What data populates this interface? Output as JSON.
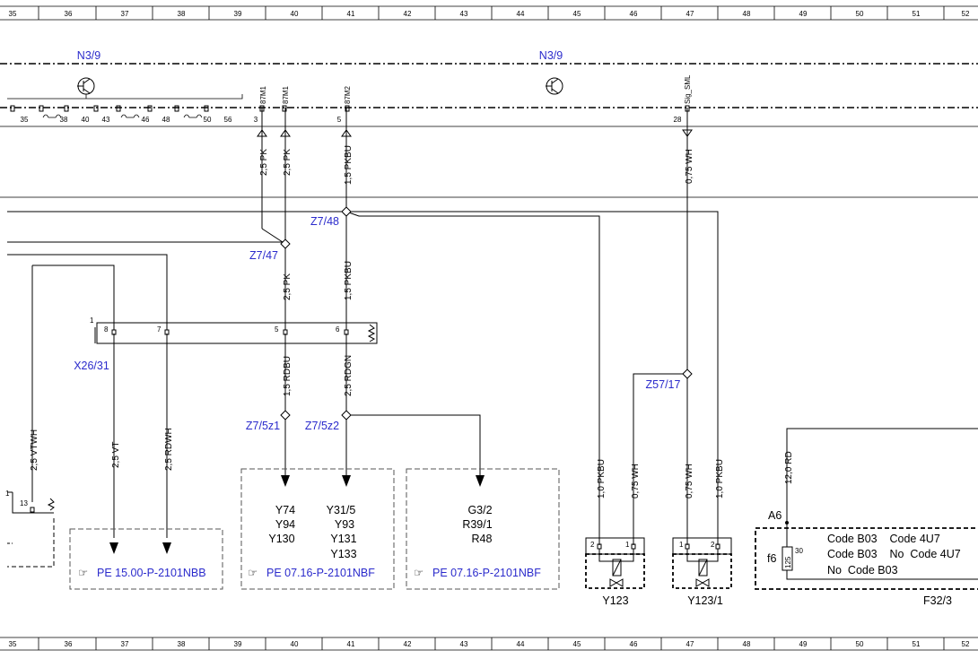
{
  "ruler": {
    "columns": [
      "35",
      "36",
      "37",
      "38",
      "39",
      "40",
      "41",
      "42",
      "43",
      "44",
      "45",
      "46",
      "47",
      "48",
      "49",
      "50",
      "51",
      "52"
    ]
  },
  "modules": {
    "n39_left": "N3/9",
    "n39_right": "N3/9"
  },
  "connector_pins": {
    "top_strip": [
      "35",
      "38",
      "40",
      "43",
      "46",
      "48",
      "50",
      "56"
    ],
    "pin_3": "3",
    "pin_3_sig": "87M1",
    "pin_x": "87M1",
    "pin_5": "5",
    "pin_5_sig": "87M2",
    "pin_28": "28",
    "pin_28_sig": "Sig_SML"
  },
  "wires": {
    "w1": "2,5 PK",
    "w2": "2,5 PK",
    "w3": "1,5 PKBU",
    "w4": "0,75 WH",
    "w5": "2,5 PK",
    "w6": "1,5 PKBU",
    "w7": "1,5 RDBU",
    "w8": "2,5 RDGN",
    "w9": "2,5 VTWH",
    "w10": "2,5 VT",
    "w11": "2,5 RDWH",
    "w12": "1,0 PKBU",
    "w13": "0,75 WH",
    "w14": "0,75 WH",
    "w15": "1,0 PKBU",
    "w16": "12,0 RD"
  },
  "splices": {
    "z748": "Z7/48",
    "z747": "Z7/47",
    "z5717": "Z57/17",
    "z75z1": "Z7/5z1",
    "z75z2": "Z7/5z2"
  },
  "x26": {
    "name": "X26/31",
    "pin_1": "1",
    "pin_8": "8",
    "pin_7": "7",
    "pin_5": "5",
    "pin_6": "6"
  },
  "left_conn": {
    "pin_13": "13",
    "pin_1": "1"
  },
  "ref_boxes": {
    "ref1": "PE 15.00-P-2101NBB",
    "ref2": "PE 07.16-P-2101NBF",
    "ref3": "PE 07.16-P-2101NBF",
    "comp_list_a": [
      "Y74",
      "Y94",
      "Y130"
    ],
    "comp_list_b": [
      "Y31/5",
      "Y93",
      "Y131",
      "Y133"
    ],
    "comp_list_c": [
      "G3/2",
      "R39/1",
      "R48"
    ]
  },
  "valves": {
    "y123": "Y123",
    "y123_1": "Y123/1",
    "y123_pin2": "2",
    "y123_pin1": "1",
    "y1231_pin1": "1",
    "y1231_pin2": "2"
  },
  "fusebox": {
    "name": "F32/3",
    "a6": "A6",
    "f6": "f6",
    "rating": "125",
    "pin30": "30",
    "line1": "Code B03    Code 4U7",
    "line2": "Code B03    No  Code 4U7",
    "line3": "No  Code B03"
  }
}
